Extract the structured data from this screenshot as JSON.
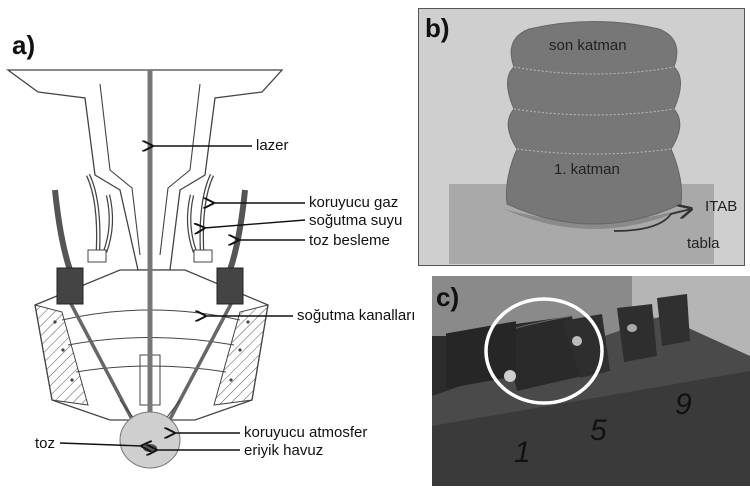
{
  "panels": {
    "a": {
      "letter": "a)",
      "labels": {
        "laser": "lazer",
        "shield_gas": "koruyucu gaz",
        "cooling_water": "soğutma suyu",
        "powder_feed": "toz besleme",
        "cooling_channels": "soğutma kanalları",
        "powder": "toz",
        "shield_atmosphere": "koruyucu atmosfer",
        "melt_pool": "eriyik havuz"
      }
    },
    "b": {
      "letter": "b)",
      "labels": {
        "last_layer": "son katman",
        "first_layer": "1. katman",
        "haz": "ITAB",
        "table": "tabla"
      }
    },
    "c": {
      "letter": "c)",
      "marks": [
        "1",
        "5",
        "9"
      ]
    }
  },
  "colors": {
    "ink": "#111111",
    "nozzle_fill": "#ffffff",
    "nozzle_stroke": "#444444",
    "laser_beam": "#777777",
    "pipe_dark": "#555555",
    "deposit": "#7a7a7a",
    "table": "#a9a9a9",
    "panel_b_bg": "#cfcfcf",
    "photo_metal": "#3a3a3a",
    "highlight_circle": "#ffffff"
  }
}
